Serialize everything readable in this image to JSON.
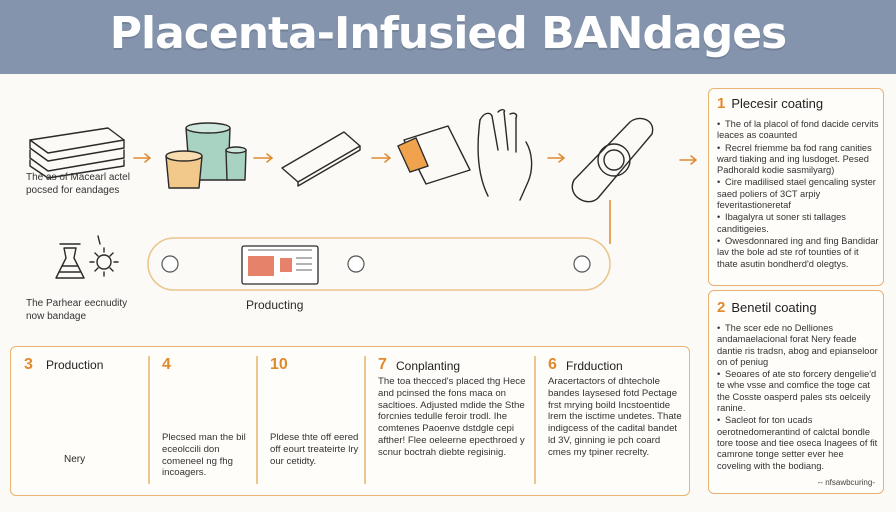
{
  "title": "Placenta-Infusied BANdages",
  "top_row": {
    "caption_left": [
      "The as of Macearl actel",
      "pocsed for eandages"
    ]
  },
  "middle": {
    "caption_left": [
      "The Parhear eecnudity",
      "now bandage"
    ],
    "track_label": "Producting"
  },
  "right_panel_1": {
    "num": "1",
    "title": "Plecesir coating",
    "items": [
      "The of la placol of fond dacide cervits leaces as coaunted",
      "Recrel friemme ba fod rang canities ward tiaking and ing lusdoget. Pesed Padhorald kodie sasmilyarg)",
      "Cire madilised stael gencaling syster saed poliers of 3CT arpiy feveritastioneretaf",
      "Ibagalyra ut soner sti tallages canditigeies.",
      "Owesdonnared ing and fing Bandidar lav the bole ad ste rof tounties of it thate asutin bondherd'd olegtys."
    ]
  },
  "right_panel_2": {
    "num": "2",
    "title": "Benetil coating",
    "items": [
      "The scer ede no Delliones andamaelacional forat Nery feade dantie ris tradsn, abog and epianseloor on of peniug",
      "Seoares of ate sto forcery dengelie'd te whe vsse and comfice the toge cat the Cosste oasperd pales sts oelceily ranine.",
      "Sacleot for ton ucads oerotnedomerantind of calctal bondle tore toose and tiee oseca Inagees of fit camrone tonge setter ever hee coveling with the bodiang."
    ],
    "footnote": "-- nfsawbcuring-"
  },
  "steps": [
    {
      "num": "3",
      "title": "Production",
      "text": [],
      "icon_label": "Nery"
    },
    {
      "num": "4",
      "title": "",
      "text": [
        "Plecsed man the bil eceolccili don comeneel ng fhg incoagers."
      ]
    },
    {
      "num": "10",
      "title": "",
      "text": [
        "Pldese thte off eered off eourt treateirte lry our cetidty."
      ]
    },
    {
      "num": "7",
      "title": "Conplanting",
      "text": [
        "The toa thecced's placed thg Hece and pcinsed the fons maca on sacltioes. Adjusted mdide the Sthe forcnies tedulle feroir trodl. Ihe comtenes Paoenve dstdgle cepi afther! Flee oeleerne epecthroed y scnur boctrah diebte regisinig."
      ]
    },
    {
      "num": "6",
      "title": "Frdduction",
      "text": [
        "Aracertactors of dhtechole bandes Iaysesed fotd Pectage frst mrying boild Incstoentide lrem the isctime undetes. Thate indigcess of the cadital bandet ld 3V, ginning ie pch coard cmes my tpiner recrelty."
      ]
    }
  ]
}
